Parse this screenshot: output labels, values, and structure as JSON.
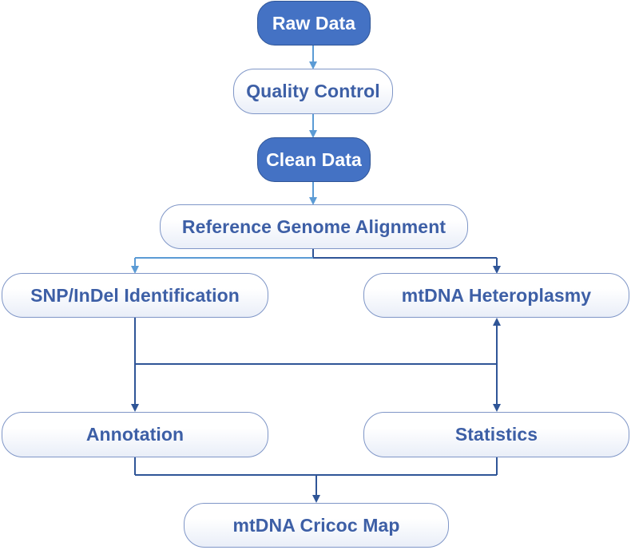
{
  "nodes": {
    "raw_data": "Raw Data",
    "quality_control": "Quality Control",
    "clean_data": "Clean Data",
    "reference_alignment": "Reference Genome Alignment",
    "snp_indel": "SNP/InDel Identification",
    "heteroplasmy": "mtDNA Heteroplasmy",
    "annotation": "Annotation",
    "statistics": "Statistics",
    "circos_map": "mtDNA Cricoc Map"
  },
  "colors": {
    "dark_fill": "#4472c4",
    "dark_border": "#2f5597",
    "light_border": "#7f96c7",
    "text_blue": "#3d5fa6",
    "top_arrow": "#5b9bd5",
    "bottom_arrow": "#2f5597"
  }
}
